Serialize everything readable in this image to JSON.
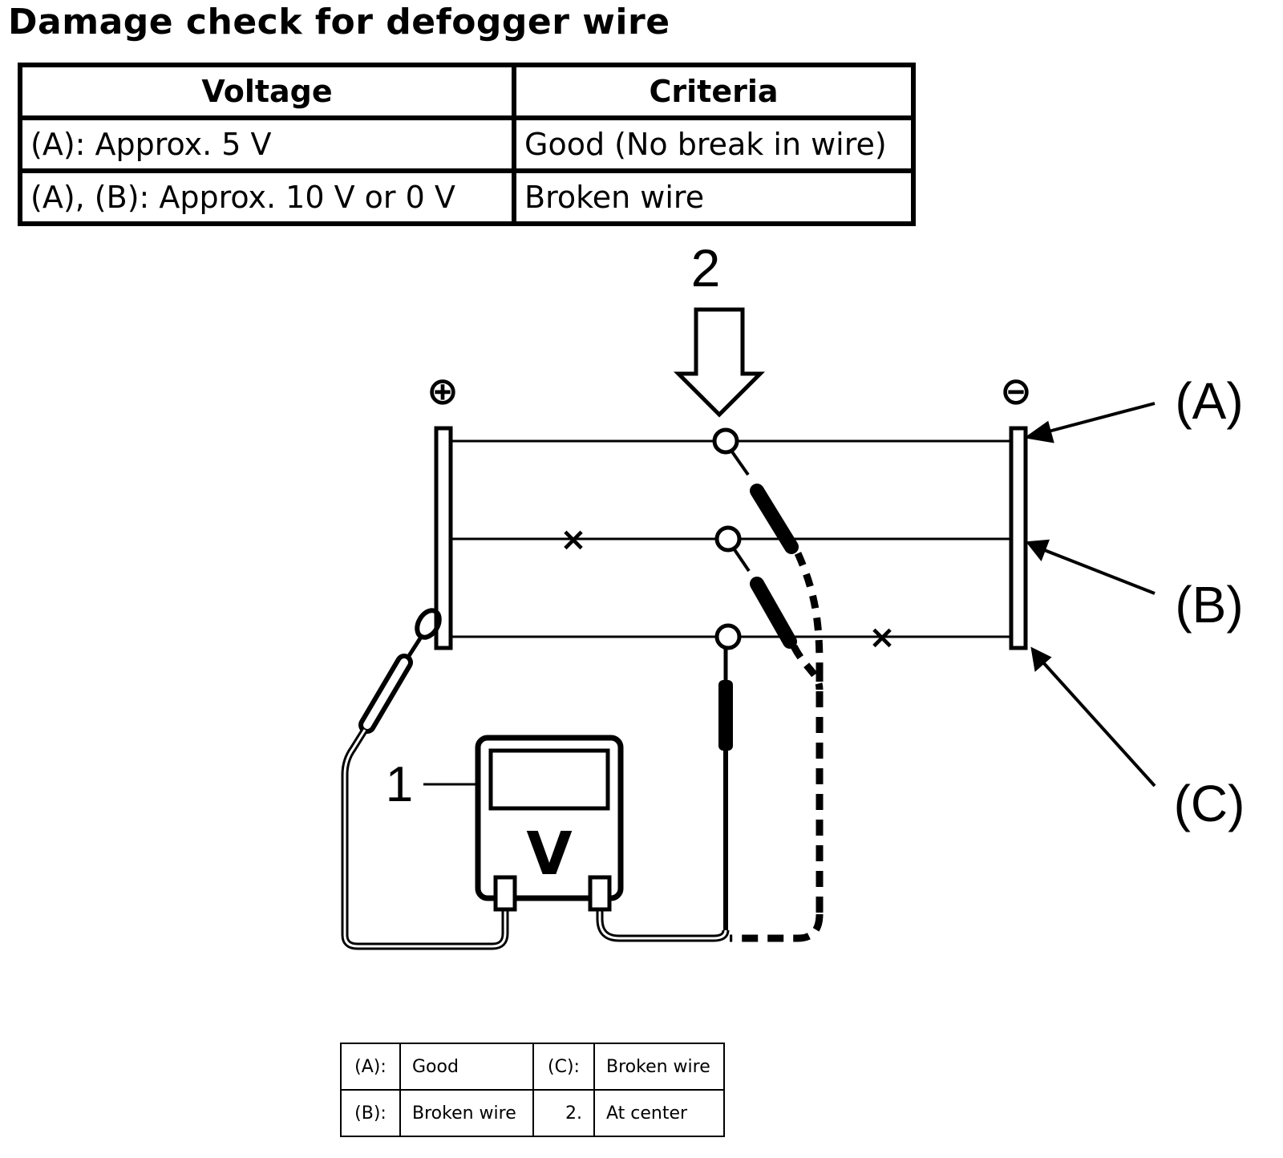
{
  "title": "Damage check for defogger wire",
  "criteria_table": {
    "headers": [
      "Voltage",
      "Criteria"
    ],
    "rows": [
      [
        "(A): Approx. 5 V",
        "Good (No break in wire)"
      ],
      [
        "(A), (B): Approx. 10 V or 0 V",
        "Broken wire"
      ]
    ]
  },
  "diagram": {
    "plus_symbol": "⊕",
    "minus_symbol": "⊖",
    "callout_1": "1",
    "callout_2": "2",
    "meter_label": "V",
    "break_mark": "×",
    "point_labels": [
      "(A)",
      "(B)",
      "(C)"
    ]
  },
  "legend": {
    "rows": [
      [
        "(A):",
        "Good",
        "(C):",
        "Broken wire"
      ],
      [
        "(B):",
        "Broken wire",
        "2.",
        "At center"
      ]
    ]
  }
}
